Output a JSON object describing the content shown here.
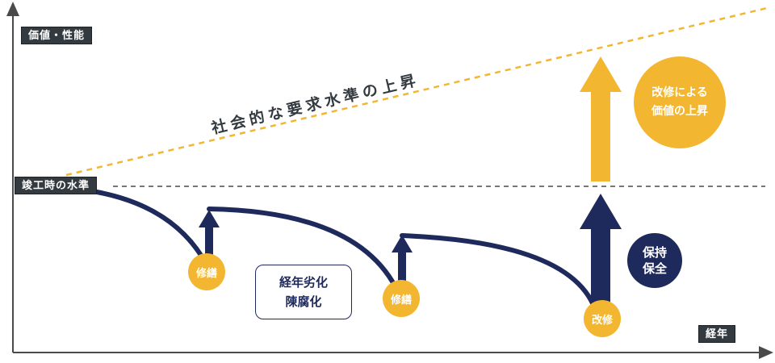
{
  "axes": {
    "y_label": "価値・性能",
    "x_label": "経年"
  },
  "levels": {
    "baseline_label": "竣工時の水準",
    "social_line_label": "社会的な要求水準の上昇"
  },
  "events": {
    "repair_1": "修繕",
    "repair_2": "修繕",
    "renovation": "改修"
  },
  "deterioration": {
    "line1": "経年劣化",
    "line2": "陳腐化"
  },
  "maintenance": {
    "line1": "保持",
    "line2": "保全"
  },
  "value_up": {
    "line1": "改修による",
    "line2": "価値の上昇"
  },
  "colors": {
    "navy": "#1f2a5c",
    "gold": "#f2b630",
    "dark": "#333a40",
    "dash": "#4a4a4a"
  }
}
